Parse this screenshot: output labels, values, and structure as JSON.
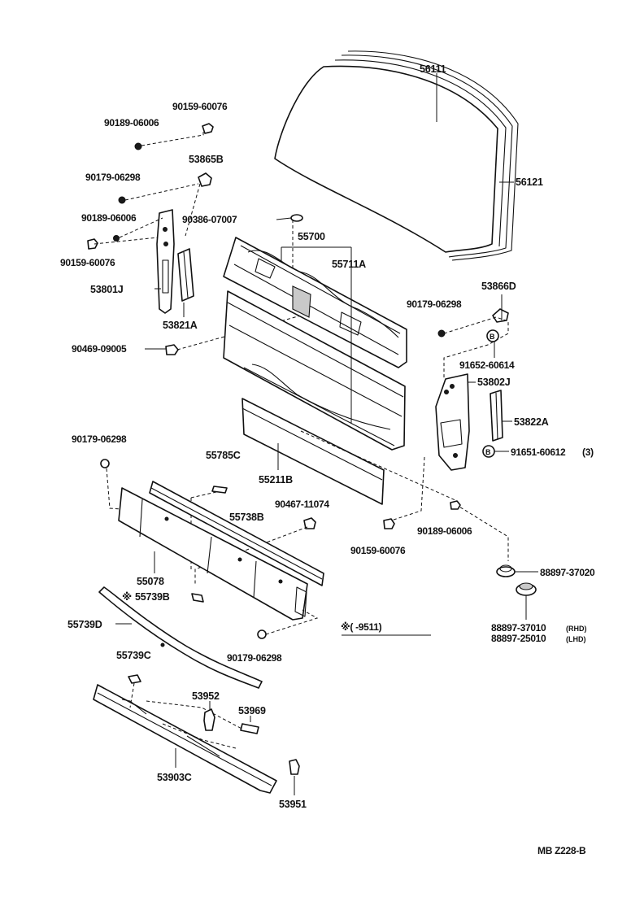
{
  "diagram": {
    "parts": {
      "windshield_glass": "56111",
      "windshield_moulding": "56121",
      "bolt_a_top": "90159-60076",
      "nut_a_top": "90189-06006",
      "clip_53865B": "53865B",
      "nut_90179_a": "90179-06298",
      "nut_a_mid": "90189-06006",
      "bolt_a_low": "90159-60076",
      "bracket_53801J": "53801J",
      "seal_53821A": "53821A",
      "grommet_90386": "90386-07007",
      "panel_55700": "55700",
      "panel_55711A": "55711A",
      "clip_90469": "90469-09005",
      "clip_53866D": "53866D",
      "nut_90179_b": "90179-06298",
      "screw_91652": "91652-60614",
      "bracket_53802J": "53802J",
      "seal_53822A": "53822A",
      "screw_91651": "91651-60612",
      "screw_91651_qty": "(3)",
      "nut_90179_c": "90179-06298",
      "clip_55785C": "55785C",
      "panel_55211B": "55211B",
      "clip_90467": "90467-11074",
      "panel_55738B": "55738B",
      "panel_55078": "55078",
      "clip_55739B": "55739B",
      "strip_55739D": "55739D",
      "nut_90179_d": "90179-06298",
      "clip_55739C": "55739C",
      "clip_53952": "53952",
      "clip_53969": "53969",
      "panel_53903C": "53903C",
      "clip_53951": "53951",
      "nut_90189_b": "90189-06006",
      "bolt_90159_b": "90159-60076",
      "plug_88897_a": "88897-37020",
      "plug_88897_rhd": "88897-37010",
      "plug_88897_rhd_note": "(RHD)",
      "plug_88897_lhd": "88897-25010",
      "plug_88897_lhd_note": "(LHD)"
    },
    "star_mark": "※",
    "screw_marker": "B",
    "applicability_note": "※(     -9511)",
    "illustration_code": "MB  Z228-B"
  }
}
